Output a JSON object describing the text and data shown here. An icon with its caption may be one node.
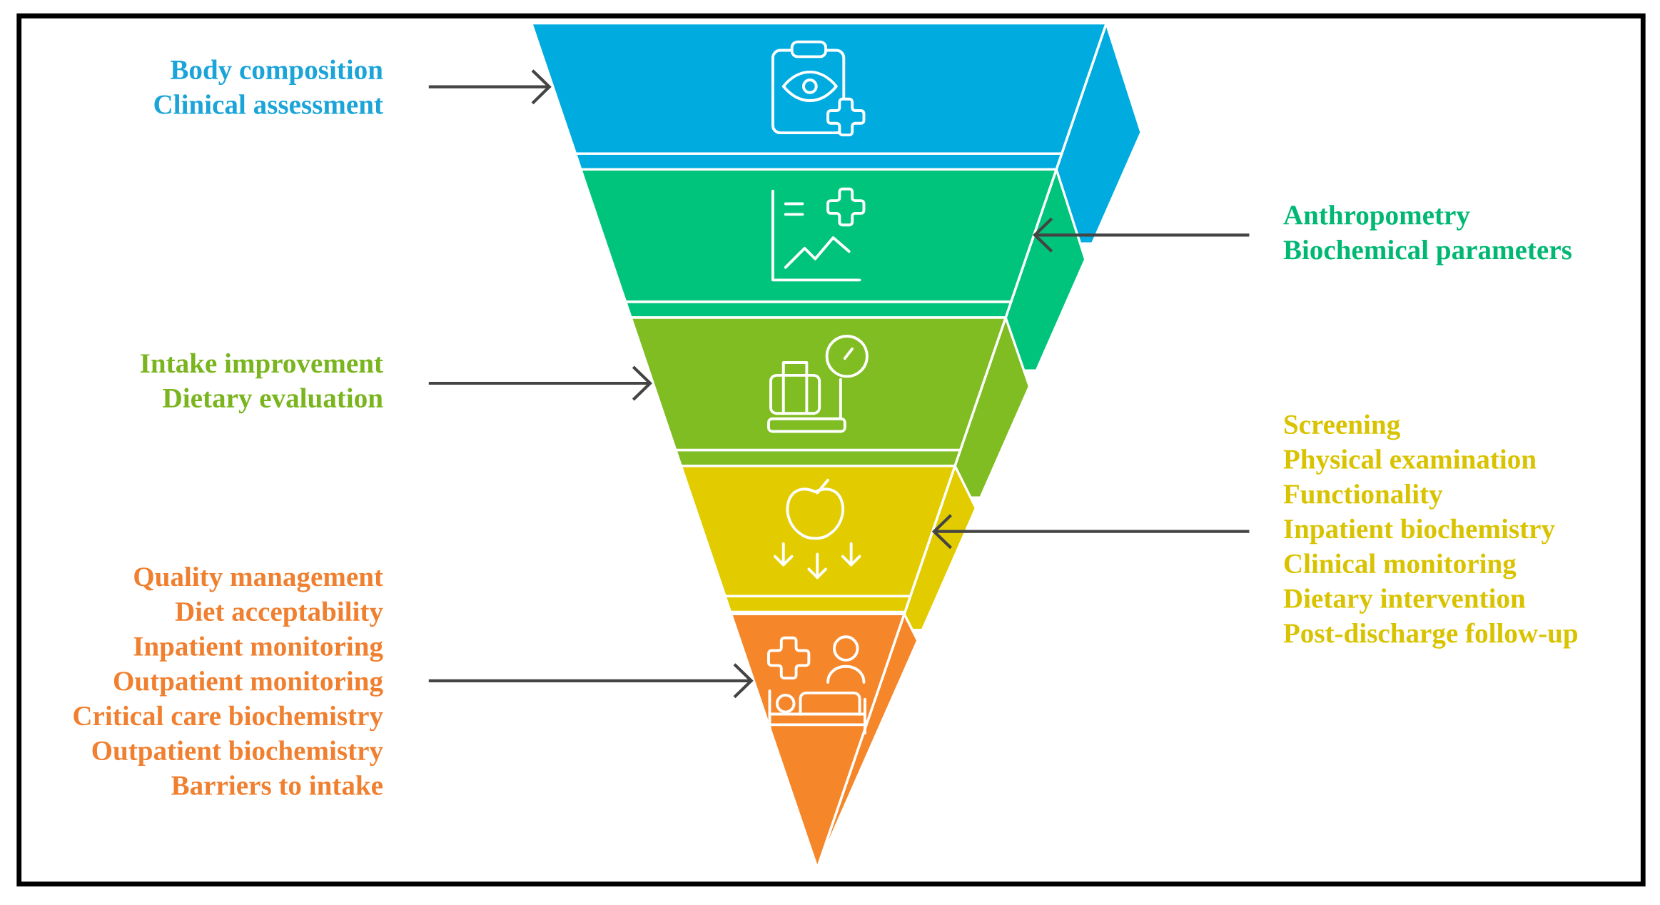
{
  "diagram": {
    "nodes": [
      {
        "text": [],
        "shape": "trapezoid"
      },
      {
        "text": [],
        "shape": "trapezoid"
      },
      {
        "text": [],
        "shape": "trapezoid"
      },
      {
        "text": [],
        "shape": "trapezoid"
      },
      {
        "text": [],
        "shape": "triangle"
      },
      {
        "text": [
          "Body composition",
          "Clinical assessment"
        ]
      },
      {
        "text": [
          "Anthropometry",
          "Biochemical parameters"
        ]
      },
      {
        "text": [
          "Intake improvement",
          "Dietary evaluation"
        ]
      },
      {
        "text": [
          "Screening",
          "Physical examination",
          "Functionality",
          "Inpatient biochemistry",
          "Clinical monitoring",
          "Dietary intervention",
          "Post-discharge follow-up"
        ]
      },
      {
        "text": [
          "Quality management",
          "Diet acceptability",
          "Inpatient monitoring",
          "Outpatient monitoring",
          "Critical care biochemistry",
          "Outpatient biochemistry",
          "Barriers to intake"
        ]
      }
    ],
    "edges": [
      {
        "from": 5,
        "to": 0,
        "arrow": "to"
      },
      {
        "from": 6,
        "to": 1,
        "arrow": "to"
      },
      {
        "from": 7,
        "to": 2,
        "arrow": "to"
      },
      {
        "from": 8,
        "to": 3,
        "arrow": "to"
      },
      {
        "from": 9,
        "to": 4,
        "arrow": "to"
      }
    ]
  }
}
